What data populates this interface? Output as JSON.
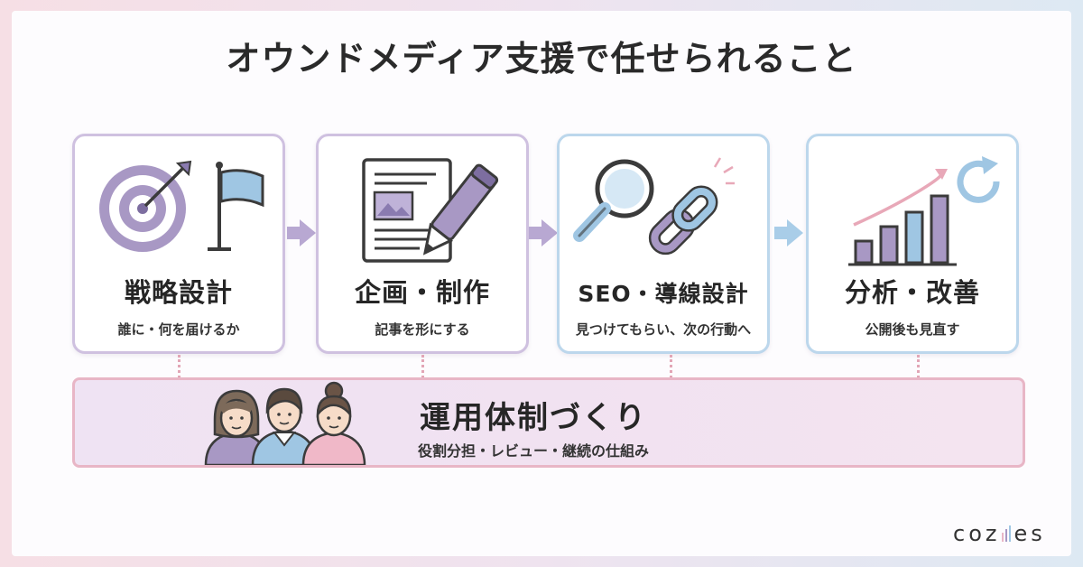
{
  "title": "オウンドメディア支援で任せられること",
  "steps": [
    {
      "label": "戦略設計",
      "sub": "誰に・何を届けるか",
      "icon": "target-flag-icon"
    },
    {
      "label": "企画・制作",
      "sub": "記事を形にする",
      "icon": "document-pen-icon"
    },
    {
      "label": "SEO・導線設計",
      "sub": "見つけてもらい、次の行動へ",
      "icon": "magnifier-link-icon"
    },
    {
      "label": "分析・改善",
      "sub": "公開後も見直す",
      "icon": "growth-chart-refresh-icon"
    }
  ],
  "foundation": {
    "title": "運用体制づくり",
    "sub": "役割分担・レビュー・継続の仕組み",
    "icon": "team-people-icon"
  },
  "brand": {
    "left": "coz",
    "right": "es"
  },
  "colors": {
    "purple": "#a898c4",
    "blue": "#9fc6e3",
    "pink": "#e8b6c6"
  }
}
